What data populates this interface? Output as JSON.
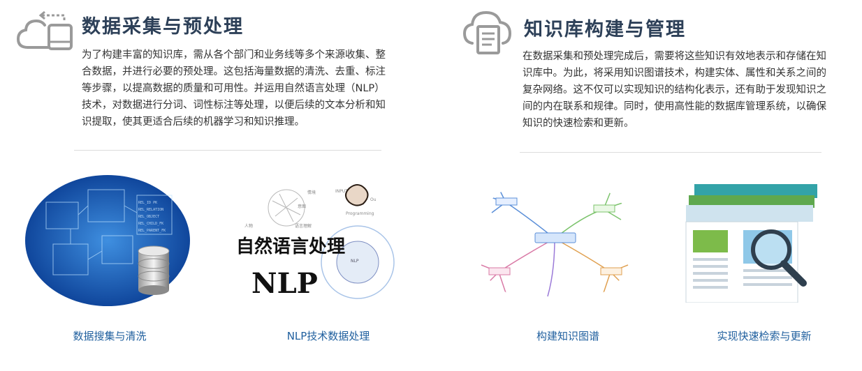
{
  "left_section": {
    "title": "数据采集与预处理",
    "paragraph": "为了构建丰富的知识库，需从各个部门和业务线等多个来源收集、整合数据，并进行必要的预处理。这包括海量数据的清洗、去重、标注等步骤，以提高数据的质量和可用性。并运用自然语言处理（NLP）技术，对数据进行分词、词性标注等处理，以便后续的文本分析和知识提取，使其更适合后续的机器学习和知识推理。",
    "icon": "cloud-transfer-icon"
  },
  "right_section": {
    "title": "知识库构建与管理",
    "paragraph": "在数据采集和预处理完成后，需要将这些知识有效地表示和存储在知识库中。为此，将采用知识图谱技术，构建实体、属性和关系之间的复杂网络。这不仅可以实现知识的结构化表示，还有助于发现知识之间的内在联系和规律。同时，使用高性能的数据库管理系统，以确保知识的快速检索和更新。",
    "icon": "cloud-document-icon"
  },
  "cards": [
    {
      "caption": "数据搜集与清洗",
      "image": "database-schema-image"
    },
    {
      "caption": "NLP技术数据处理",
      "image": "nlp-image",
      "image_text_main": "自然语言处理",
      "image_text_sub": "NLP"
    },
    {
      "caption": "构建知识图谱",
      "image": "mind-map-image"
    },
    {
      "caption": "实现快速检索与更新",
      "image": "search-document-image"
    }
  ],
  "colors": {
    "title": "#2d4058",
    "caption": "#1f5f9e",
    "icon": "#9a9a9a"
  }
}
